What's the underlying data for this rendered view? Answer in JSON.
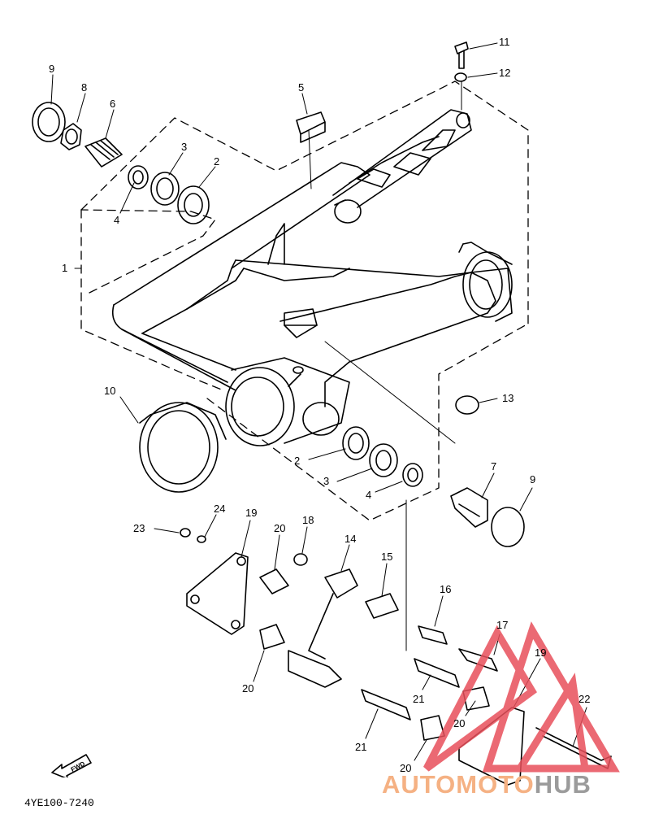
{
  "diagram_code": "4YE100-7240",
  "fwd_label": "FWD",
  "callouts": [
    {
      "id": "9a",
      "text": "9"
    },
    {
      "id": "8",
      "text": "8"
    },
    {
      "id": "6",
      "text": "6"
    },
    {
      "id": "3a",
      "text": "3"
    },
    {
      "id": "2a",
      "text": "2"
    },
    {
      "id": "4a",
      "text": "4"
    },
    {
      "id": "5",
      "text": "5"
    },
    {
      "id": "11",
      "text": "11"
    },
    {
      "id": "12",
      "text": "12"
    },
    {
      "id": "1",
      "text": "1"
    },
    {
      "id": "10",
      "text": "10"
    },
    {
      "id": "13",
      "text": "13"
    },
    {
      "id": "2b",
      "text": "2"
    },
    {
      "id": "3b",
      "text": "3"
    },
    {
      "id": "4b",
      "text": "4"
    },
    {
      "id": "7",
      "text": "7"
    },
    {
      "id": "9b",
      "text": "9"
    },
    {
      "id": "23",
      "text": "23"
    },
    {
      "id": "24",
      "text": "24"
    },
    {
      "id": "19a",
      "text": "19"
    },
    {
      "id": "20a",
      "text": "20"
    },
    {
      "id": "18",
      "text": "18"
    },
    {
      "id": "14",
      "text": "14"
    },
    {
      "id": "15",
      "text": "15"
    },
    {
      "id": "16",
      "text": "16"
    },
    {
      "id": "17",
      "text": "17"
    },
    {
      "id": "19b",
      "text": "19"
    },
    {
      "id": "20b",
      "text": "20"
    },
    {
      "id": "21a",
      "text": "21"
    },
    {
      "id": "21b",
      "text": "21"
    },
    {
      "id": "20c",
      "text": "20"
    },
    {
      "id": "20d",
      "text": "20"
    },
    {
      "id": "21c",
      "text": "21"
    },
    {
      "id": "22",
      "text": "22"
    }
  ],
  "watermark": {
    "part_a": "AUTOMOTO",
    "part_b": "HUB",
    "color_a": "#f5b183",
    "color_b": "#9b9b9b",
    "triangle_color": "#e8505b"
  }
}
